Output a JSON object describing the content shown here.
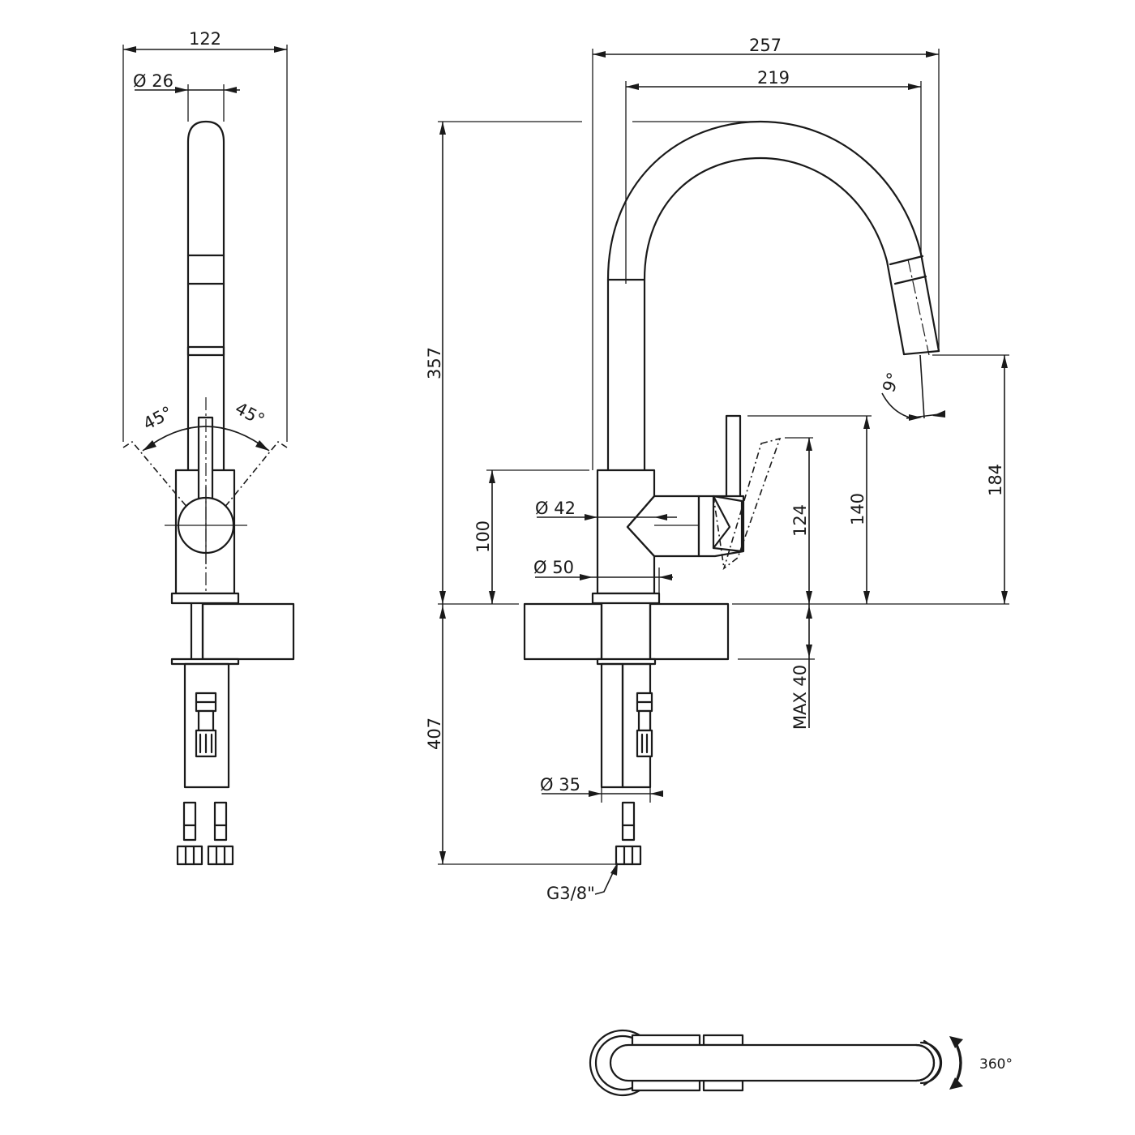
{
  "drawing": {
    "dimensions": {
      "front_width": "122",
      "spout_diameter": "Ø 26",
      "lever_angle_left": "45°",
      "lever_angle_right": "45°",
      "overall_reach": "257",
      "spout_reach": "219",
      "overall_height": "357",
      "spout_tilt": "9°",
      "outlet_height": "184",
      "lever_top_height": "140",
      "lever_tilted_height": "124",
      "body_height": "100",
      "body_diameter": "Ø 42",
      "base_diameter": "Ø 50",
      "max_counter_thickness": "MAX 40",
      "hose_length": "407",
      "shank_diameter": "Ø 35",
      "connection_thread": "G3/8\"",
      "rotation": "360°"
    },
    "colors": {
      "line": "#1a1a1a",
      "background": "#ffffff"
    }
  }
}
